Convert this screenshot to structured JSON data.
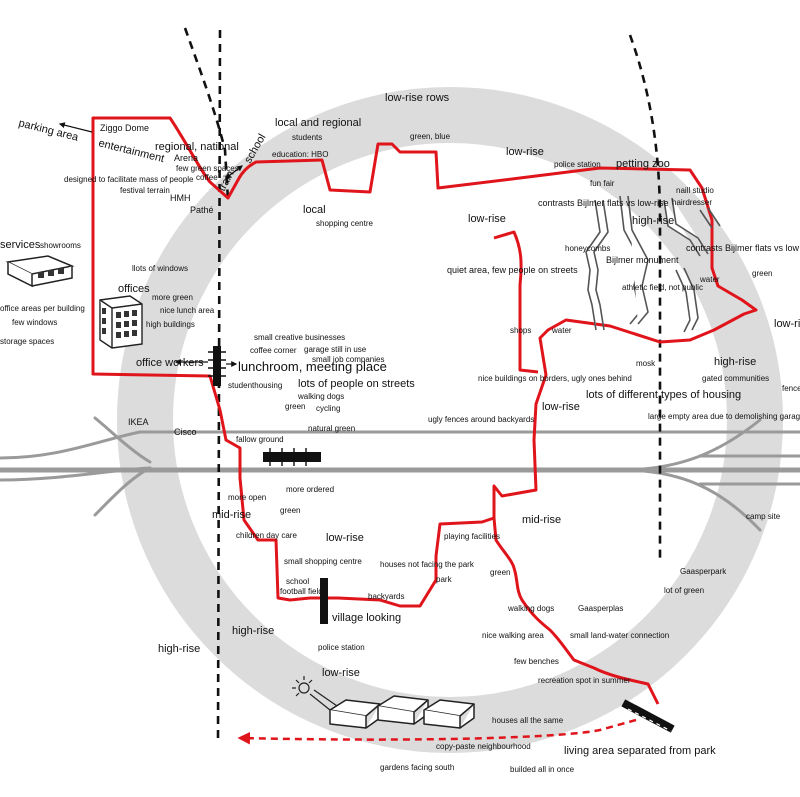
{
  "labels": {
    "parking_area": "parking area",
    "entertainment": "entertainment",
    "ziggo_dome": "Ziggo Dome",
    "regional_national": "regional, national",
    "arena": "Arena",
    "few_green_spaces": "few green spaces",
    "coffee": "coffee",
    "designed_to_facilitate": "designed to facilitate mass of people",
    "festival_terrain": "festival terrain",
    "hmh": "HMH",
    "pathe": "Pathé",
    "train": "train",
    "school_top": "school",
    "local_regional": "local and regional",
    "students": "students",
    "education_hbo": "education: HBO",
    "local": "local",
    "shopping_centre": "shopping centre",
    "low_rise_rows": "low-rise rows",
    "green_blue": "green, blue",
    "low_rise_1": "low-rise",
    "police_station_1": "police station",
    "petting_zoo": "petting zoo",
    "fun_fair": "fun fair",
    "naill_studio": "naill studio",
    "hairdresser": "hairdresser",
    "contrasts_1": "contrasts Bijlmer flats vs low-rise",
    "high_rise_1": "high-rise",
    "low_rise_2": "low-rise",
    "contrasts_2": "contrasts Bijlmer flats vs low",
    "honeycombs": "honeycombs",
    "bijlmer_monument": "Bijlmer monument",
    "water_1": "water",
    "green_1": "green",
    "quiet_area": "quiet area, few people on streets",
    "athletic_field": "athletic field, not public",
    "low_rise_3": "low-rise",
    "services": "services",
    "showrooms": "showrooms",
    "llots_of_windows": "llots of windows",
    "offices": "offices",
    "more_green_1": "more green",
    "nice_lunch_area": "nice lunch area",
    "office_areas": "office areas per building",
    "few_windows": "few windows",
    "high_buildings": "high buildings",
    "storage_spaces": "storage spaces",
    "shops": "shops",
    "water_2": "water",
    "small_creative": "small creative businesses",
    "coffee_corner": "coffee corner",
    "garage_still": "garage still in use",
    "small_job": "small job companies",
    "office_workers": "office workers",
    "lunchroom": "lunchroom, meeting place",
    "studenthousing": "studenthousing",
    "lots_of_people": "lots of people on streets",
    "walking_dogs_1": "walking dogs",
    "green_2": "green",
    "cycling": "cycling",
    "nice_buildings": "nice buildings on borders, ugly ones behind",
    "mosk": "mosk",
    "high_rise_2": "high-rise",
    "gated_communities": "gated communities",
    "fence": "fence",
    "lots_of_different": "lots of different types of housing",
    "low_rise_4": "low-rise",
    "large_empty": "large empty area due to demolishing garage",
    "ugly_fences": "ugly fences around backyards",
    "ikea": "IKEA",
    "cisco": "Cisco",
    "natural_green": "natural green",
    "fallow_ground": "fallow ground",
    "more_open": "more open",
    "more_ordered": "more ordered",
    "mid_rise_1": "mid-rise",
    "green_3": "green",
    "mid_rise_2": "mid-rise",
    "camp_site": "camp site",
    "children_day_care": "children day care",
    "low_rise_5": "low-rise",
    "playing_facilities": "playing facilities",
    "small_shopping_centre": "small shopping centre",
    "houses_not_facing": "houses not facing the park",
    "park": "park",
    "green_4": "green",
    "gaasperpark": "Gaasperpark",
    "school_bottom": "school",
    "football_field": "football field",
    "backyards": "backyards",
    "lot_of_green": "lot of green",
    "village_looking": "village looking",
    "walking_dogs_2": "walking dogs",
    "gaasperplas": "Gaasperplas",
    "nice_walking_area": "nice walking area",
    "small_land_water": "small land-water connection",
    "high_rise_3": "high-rise",
    "high_rise_4": "high-rise",
    "police_station_2": "police station",
    "few_benches": "few benches",
    "low_rise_6": "low-rise",
    "recreation_spot": "recreation spot in summer",
    "houses_all_same": "houses all the same",
    "copy_paste": "copy-paste neighbourhood",
    "living_area": "living area separated from park",
    "gardens_facing_south": "gardens facing south",
    "builded_all_in_once": "builded all in once"
  },
  "colors": {
    "route": "#e0141b",
    "ring": "#dcdcdc",
    "road": "#9a9a9a",
    "rail": "#111111"
  }
}
